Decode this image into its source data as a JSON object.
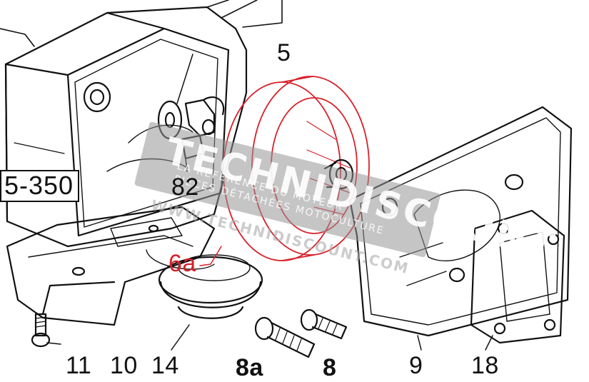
{
  "diagram": {
    "reference_label": "5-350",
    "callouts": [
      {
        "id": "5",
        "text": "5"
      },
      {
        "id": "82",
        "text": "82"
      },
      {
        "id": "6a",
        "text": "6a",
        "color": "#d8202a"
      },
      {
        "id": "11",
        "text": "11"
      },
      {
        "id": "10",
        "text": "10"
      },
      {
        "id": "14",
        "text": "14"
      },
      {
        "id": "8a",
        "text": "8a"
      },
      {
        "id": "8",
        "text": "8"
      },
      {
        "id": "9",
        "text": "9"
      },
      {
        "id": "18",
        "text": "18"
      }
    ],
    "highlight_color": "#d8202a"
  },
  "watermark": {
    "logo": "TECHNIDISCOUNT",
    "line1": "LA RÉFÉRENCE DU MOTEUR",
    "line2": "PIÈCES DÉTACHÉES MOTOCULTURE",
    "url": "WWW.TECHNIDISCOUNT.COM"
  }
}
